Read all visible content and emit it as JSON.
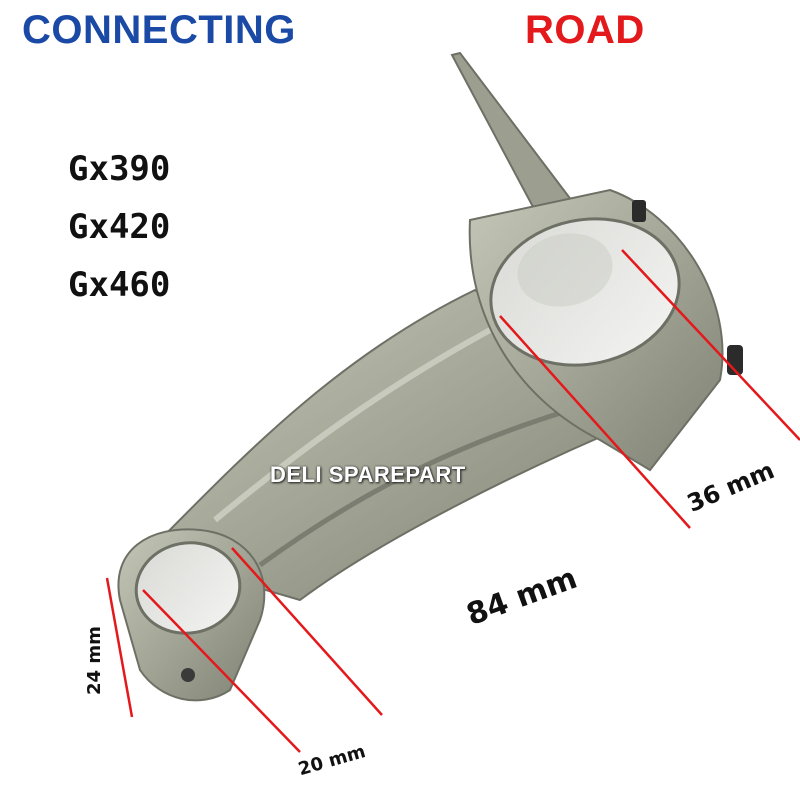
{
  "heading": {
    "left": "CONNECTING",
    "right": "ROAD"
  },
  "models": [
    "Gx390",
    "Gx420",
    "Gx460"
  ],
  "watermark": "DELI SPAREPART",
  "dimensions": {
    "length": "84 mm",
    "big_end_width": "36 mm",
    "small_end_bore": "20 mm",
    "small_end_width": "24 mm"
  },
  "colors": {
    "heading_left": "#1a4aa6",
    "heading_right": "#e3191c",
    "measure_line": "#e3191c",
    "part_metal": "#a7a99a"
  },
  "icons": {
    "product": "connecting-rod-photo"
  }
}
